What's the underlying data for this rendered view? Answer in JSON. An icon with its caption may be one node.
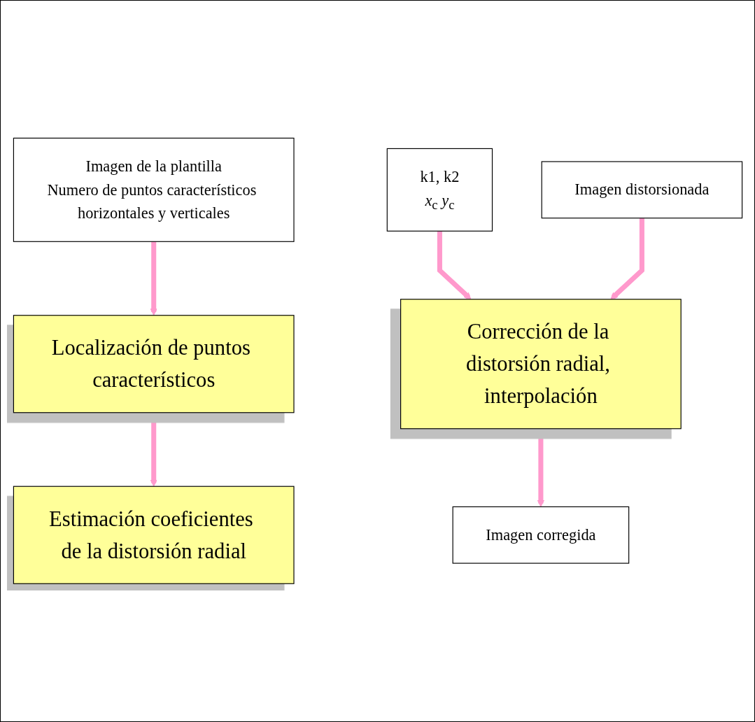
{
  "diagram": {
    "nodes": [
      {
        "text": [
          "Imagen de la plantilla",
          "Numero de puntos característicos horizontales y verticales"
        ]
      },
      {
        "text": [
          "Localización de puntos característicos"
        ]
      },
      {
        "text": [
          "Estimación coeficientes de la distorsión radial"
        ]
      },
      {
        "text": [
          "k1, k2",
          "*x*$_{c}$ *y*$_{c}$"
        ]
      },
      {
        "text": [
          "Imagen distorsionada"
        ]
      },
      {
        "text": [
          "Corrección de la distorsión radial, interpolación"
        ]
      },
      {
        "text": [
          "Imagen corregida"
        ]
      }
    ],
    "edges": [
      {
        "from": 0,
        "to": 1,
        "arrow": "to"
      },
      {
        "from": 1,
        "to": 2,
        "arrow": "to"
      },
      {
        "from": 3,
        "to": 5,
        "arrow": "to"
      },
      {
        "from": 4,
        "to": 5,
        "arrow": "to"
      },
      {
        "from": 5,
        "to": 6,
        "arrow": "to"
      }
    ]
  }
}
